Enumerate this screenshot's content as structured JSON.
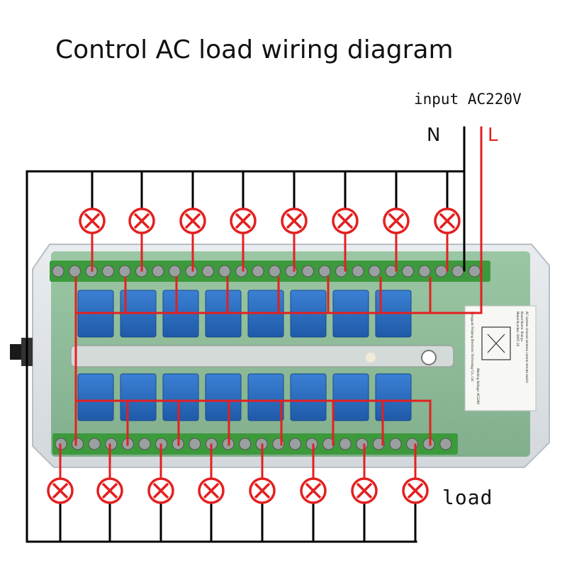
{
  "title": "Control AC load wiring diagram",
  "power": {
    "input_label": "input AC220V",
    "neutral_label": "N",
    "live_label": "L"
  },
  "load_label": "load",
  "module_sticker": {
    "lines": [
      "AC sixteen-channel wireless control remote switch",
      "Brand Name: Shenyu",
      "Model Number: SHYC-16",
      "Working Voltage: AC220V",
      "Dongguan Feijiang Electronic Technology Co., Ltd"
    ]
  },
  "colors": {
    "neutral_wire": "#000000",
    "live_wire": "#e32020",
    "lamp_ring": "#e32020",
    "relay_blue": "#2f6fc2",
    "terminal_green": "#3c9a3c"
  },
  "lamps": {
    "top_count": 8,
    "bottom_count": 8,
    "icon": "lamp-icon"
  }
}
